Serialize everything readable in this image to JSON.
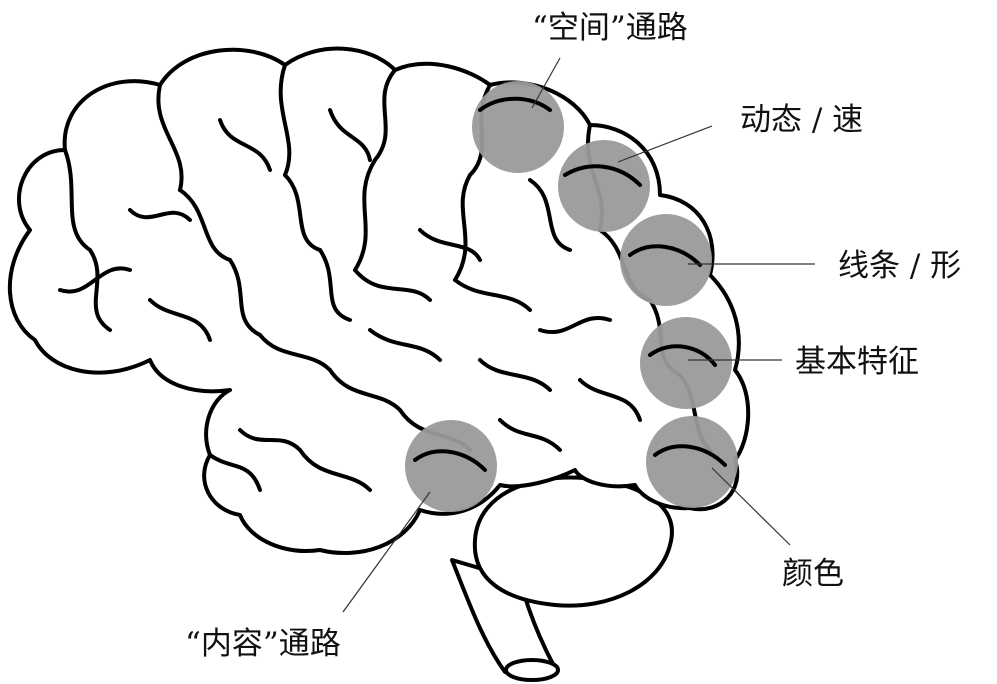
{
  "colors": {
    "region_fill": "#9a9a9a",
    "outline": "#000000",
    "leader": "#333333",
    "background": "#ffffff"
  },
  "labels": {
    "spatial_pathway": "“空间”通路",
    "motion_speed": "动态 / 速",
    "line_shape": "线条 / 形",
    "basic_features": "基本特征",
    "color": "颜色",
    "content_pathway": "“内容”通路"
  }
}
